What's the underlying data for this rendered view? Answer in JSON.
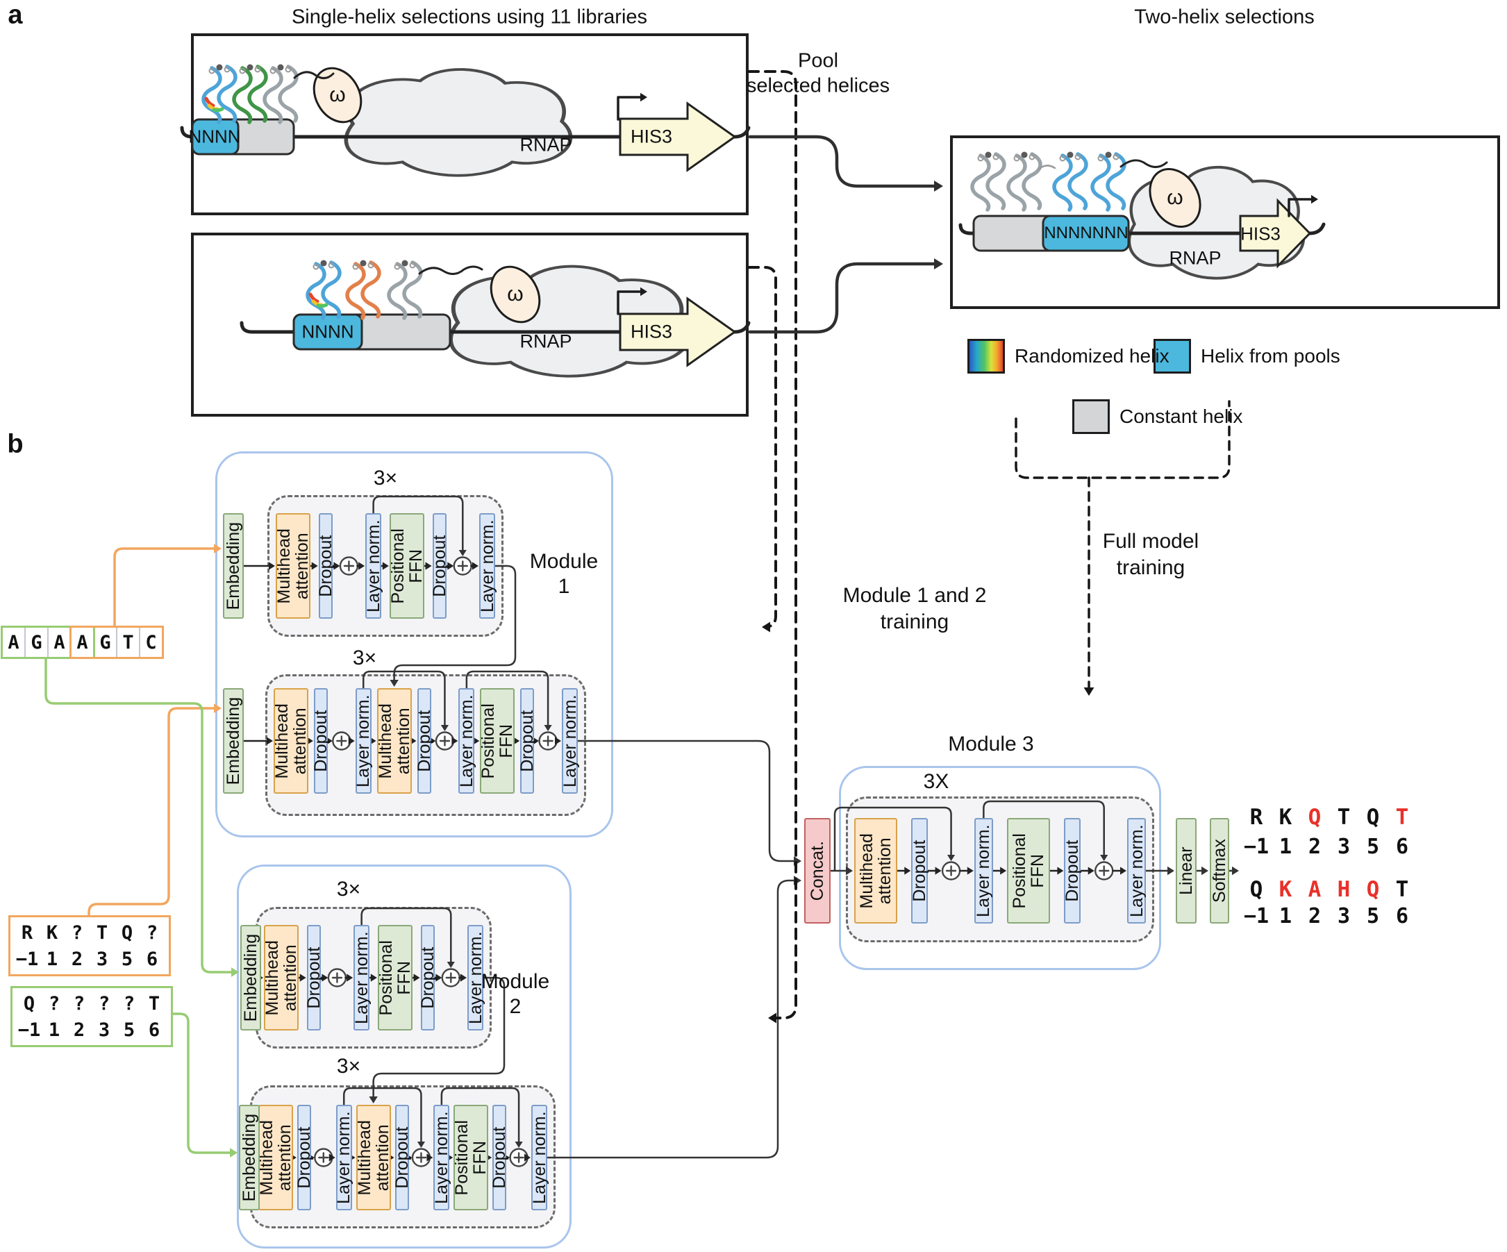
{
  "figure": {
    "panel_a_label": "a",
    "panel_b_label": "b"
  },
  "panel_a": {
    "single_helix_title": "Single-helix selections using 11 libraries",
    "two_helix_title": "Two-helix selections",
    "pool_label_lines": [
      "Pool",
      "selected helices"
    ],
    "library_box_1": {
      "variable_label": "NNNN",
      "rnap_label": "RNAP",
      "omega_label": "ω",
      "reporter_label": "HIS3"
    },
    "library_box_2": {
      "variable_label": "NNNN",
      "rnap_label": "RNAP",
      "omega_label": "ω",
      "reporter_label": "HIS3"
    },
    "two_helix_box": {
      "variable_label": "NNNNNNN",
      "rnap_label": "RNAP",
      "omega_label": "ω",
      "reporter_label": "HIS3"
    },
    "legend": [
      {
        "id": "randomized",
        "label": "Randomized helix",
        "swatch": "rainbow"
      },
      {
        "id": "pools",
        "label": "Helix from pools",
        "swatch": "#4cb8de"
      },
      {
        "id": "constant",
        "label": "Constant helix",
        "swatch": "#d3d5d7"
      }
    ],
    "full_model_training_lines": [
      "Full model",
      "training"
    ]
  },
  "panel_b": {
    "module12_training_lines": [
      "Module 1 and 2",
      "training"
    ],
    "block_labels": {
      "embedding": "Embedding",
      "mha": "Multihead attention",
      "dropout": "Dropout",
      "layernorm": "Layer norm.",
      "ffn": "Positional FFN",
      "concat": "Concat.",
      "linear": "Linear",
      "softmax": "Softmax",
      "sum": "⊕"
    },
    "repeat_labels": {
      "m1r1": "3×",
      "m1r2": "3×",
      "m2r1": "3×",
      "m2r2": "3×",
      "m3": "3X"
    },
    "module_labels": {
      "m1_lines": [
        "Module",
        "1"
      ],
      "m2_lines": [
        "Module",
        "2"
      ],
      "m3": "Module 3"
    },
    "inputs": {
      "dna_sequence": {
        "letters": [
          "A",
          "G",
          "A",
          "A",
          "G",
          "T",
          "C"
        ],
        "green_group": [
          0,
          3
        ],
        "orange_group": [
          3,
          6
        ]
      },
      "masked_seq_orange": {
        "letters": [
          "R",
          "K",
          "?",
          "T",
          "Q",
          "?"
        ],
        "positions": [
          "−1",
          "1",
          "2",
          "3",
          "5",
          "6"
        ]
      },
      "masked_seq_green": {
        "letters": [
          "Q",
          "?",
          "?",
          "?",
          "?",
          "T"
        ],
        "positions": [
          "−1",
          "1",
          "2",
          "3",
          "5",
          "6"
        ]
      }
    },
    "outputs": [
      {
        "letters": [
          "R",
          "K",
          "Q",
          "T",
          "Q",
          "T"
        ],
        "red_indices": [
          2,
          5
        ],
        "positions": [
          "−1",
          "1",
          "2",
          "3",
          "5",
          "6"
        ]
      },
      {
        "letters": [
          "Q",
          "K",
          "A",
          "H",
          "Q",
          "T"
        ],
        "red_indices": [
          1,
          2,
          3,
          4
        ],
        "positions": [
          "−1",
          "1",
          "2",
          "3",
          "5",
          "6"
        ]
      }
    ]
  },
  "colors": {
    "accent_blue": "#4cb8de",
    "constant_gray": "#d3d5d7",
    "red_letter": "#e8312a",
    "orange_line": "#f2a65e",
    "green_line": "#97cc72",
    "module_border": "#a9c5ec",
    "his3_fill": "#fbf8d9",
    "omega_fill": "#fcefdf"
  }
}
